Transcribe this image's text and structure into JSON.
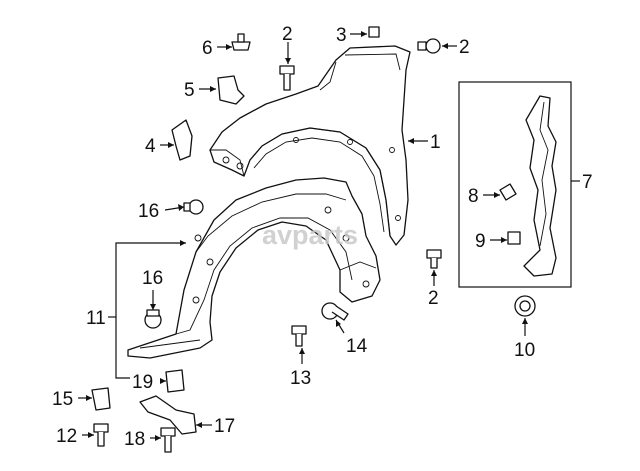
{
  "watermark": "avparts",
  "callouts": {
    "c1": "1",
    "c2a": "2",
    "c2b": "2",
    "c2c": "2",
    "c3": "3",
    "c4": "4",
    "c5": "5",
    "c6": "6",
    "c7": "7",
    "c8": "8",
    "c9": "9",
    "c10": "10",
    "c11": "11",
    "c12": "12",
    "c13": "13",
    "c14": "14",
    "c15": "15",
    "c16a": "16",
    "c16b": "16",
    "c17": "17",
    "c18": "18",
    "c19": "19"
  }
}
